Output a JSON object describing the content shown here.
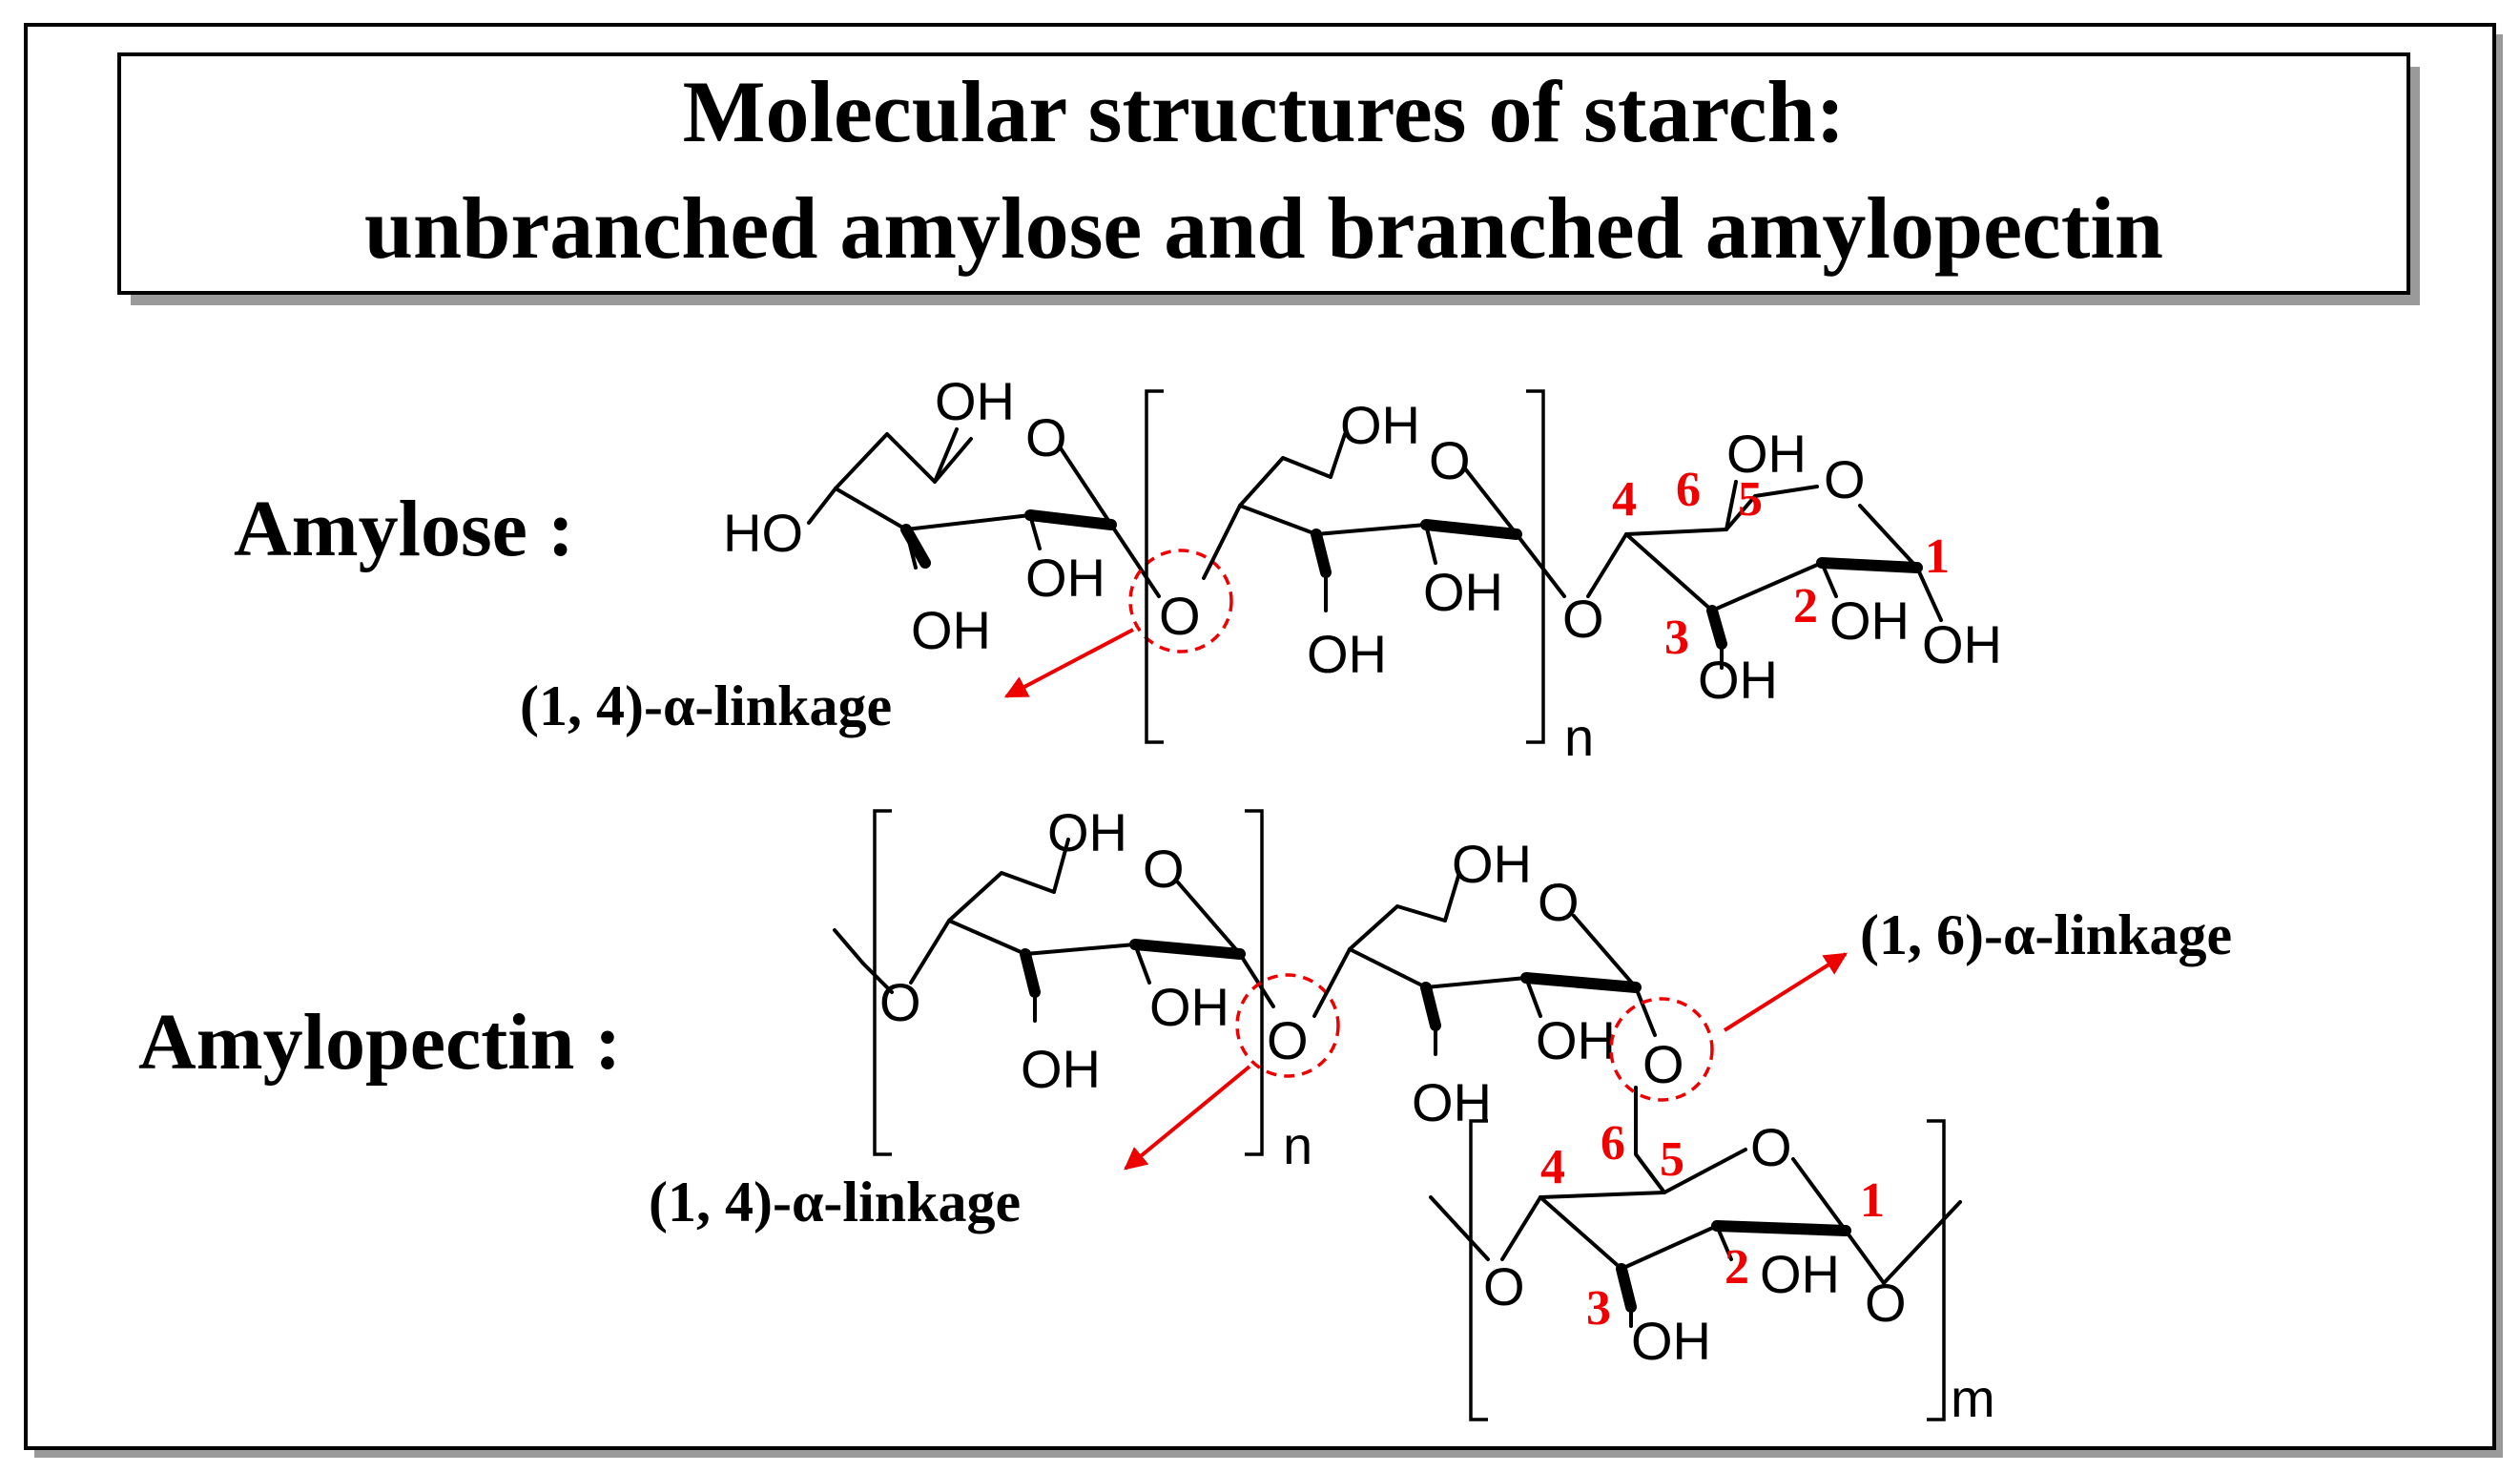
{
  "title": {
    "line1": "Molecular structures of starch:",
    "line2": "unbranched amylose and branched amylopectin"
  },
  "labels": {
    "amylose": "Amylose :",
    "amylopectin": "Amylopectin :"
  },
  "linkages": {
    "amylose_14": "(1, 4)-α-linkage",
    "amylopectin_14": "(1, 4)-α-linkage",
    "amylopectin_16": "(1, 6)-α-linkage"
  },
  "atoms": {
    "oh": "OH",
    "ho": "HO",
    "o": "O"
  },
  "subscripts": {
    "n": "n",
    "m": "m"
  },
  "carbon_numbers": {
    "c1": "1",
    "c2": "2",
    "c3": "3",
    "c4": "4",
    "c5": "5",
    "c6": "6"
  },
  "colors": {
    "accent": "#ee0000",
    "ink": "#000000"
  }
}
